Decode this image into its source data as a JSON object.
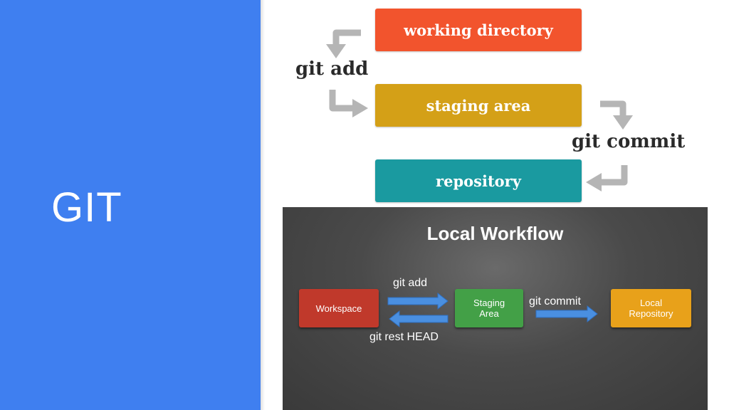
{
  "slide": {
    "title": "GIT"
  },
  "top_diagram": {
    "stages": {
      "working_directory": "working directory",
      "staging_area": "staging area",
      "repository": "repository"
    },
    "commands": {
      "add": "git add",
      "commit": "git commit"
    }
  },
  "local_workflow": {
    "title": "Local Workflow",
    "boxes": {
      "workspace": "Workspace",
      "staging_line1": "Staging",
      "staging_line2": "Area",
      "local_line1": "Local",
      "local_line2": "Repository"
    },
    "labels": {
      "add": "git add",
      "reset": "git rest HEAD",
      "commit": "git commit"
    }
  },
  "colors": {
    "sidebar": "#3f7ff0",
    "working_directory": "#f2542d",
    "staging_area": "#d4a017",
    "repository": "#1a9aa0",
    "workspace": "#c0392b",
    "staging_box": "#43a047",
    "local_repository": "#e8a11a",
    "arrow_blue": "#4a8fe0",
    "arrow_gray": "#b5b5b5"
  }
}
